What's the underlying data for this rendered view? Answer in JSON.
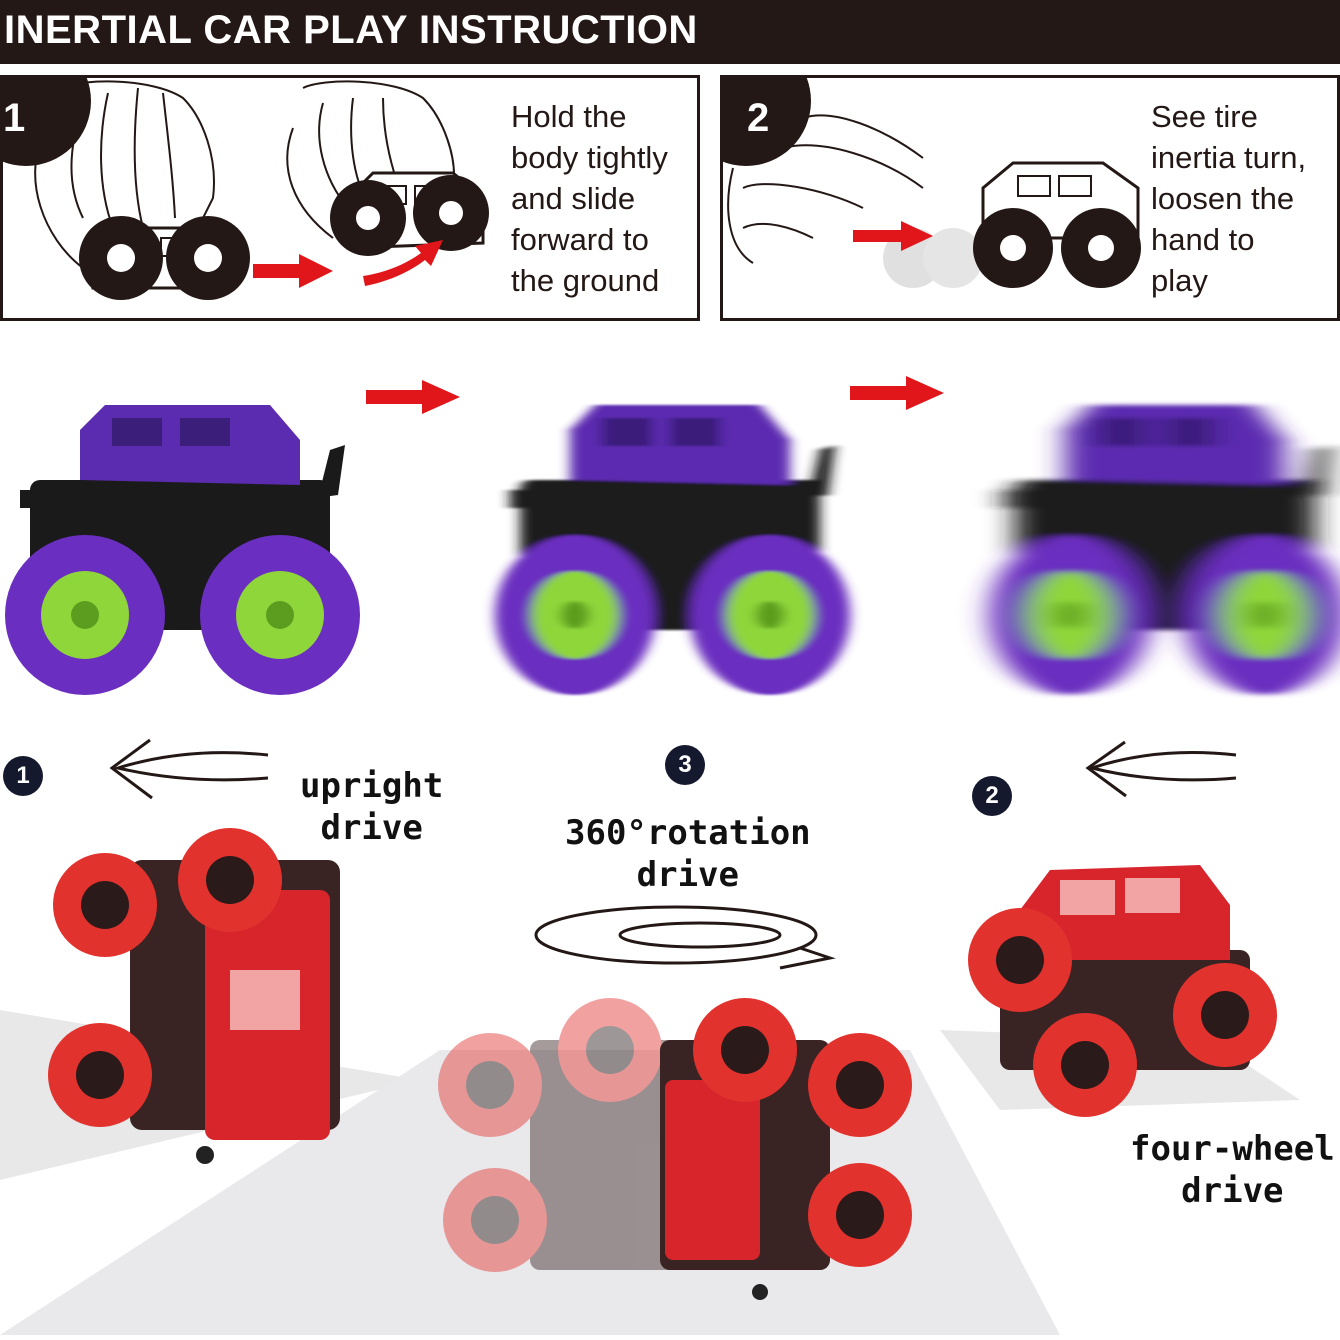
{
  "header": {
    "title": "INERTIAL CAR PLAY INSTRUCTION"
  },
  "steps": [
    {
      "number": "1",
      "lines": [
        "Hold the",
        "body tightly",
        "and slide",
        "forward to",
        "the ground"
      ]
    },
    {
      "number": "2",
      "lines": [
        "See tire",
        "inertia turn,",
        "loosen the",
        "hand to",
        "play"
      ]
    }
  ],
  "modes": [
    {
      "number": "1",
      "lines": [
        "upright",
        "drive"
      ]
    },
    {
      "number": "3",
      "lines": [
        "360°rotation",
        "drive"
      ]
    },
    {
      "number": "2",
      "lines": [
        "four-wheel",
        "drive"
      ]
    }
  ],
  "colors": {
    "banner": "#231815",
    "arrow_red": "#e0161b",
    "tire_purple": "#6a2fc0",
    "hub_green": "#8fd63a",
    "tire_red": "#e2322e",
    "badge_navy": "#15192e"
  }
}
